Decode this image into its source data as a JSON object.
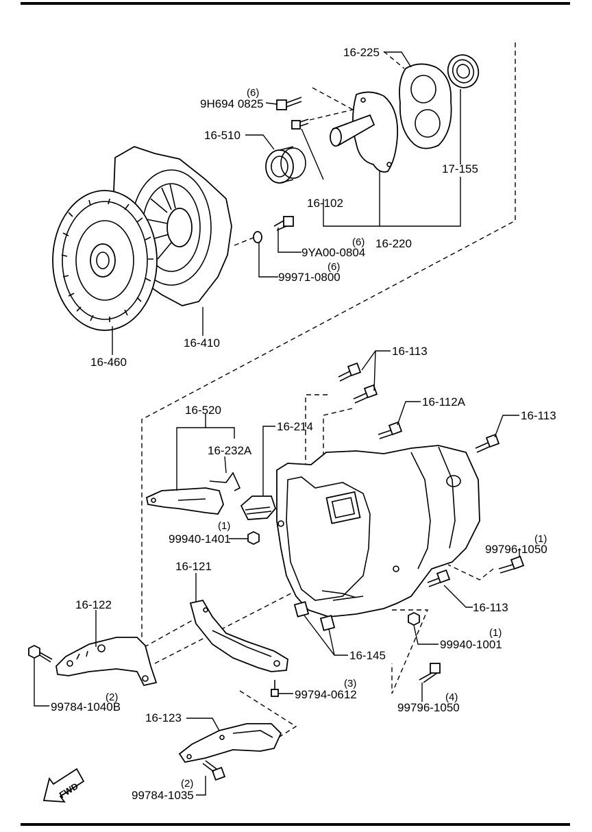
{
  "parts": {
    "p16_225": "16-225",
    "p9h694": "9H694 0825",
    "q9h694": "(6)",
    "p16_510": "16-510",
    "p17_155": "17-155",
    "p16_102": "16-102",
    "p16_220": "16-220",
    "p9ya00": "9YA00-0804",
    "q9ya00": "(6)",
    "p99971": "99971-0800",
    "q99971": "(6)",
    "p16_410": "16-410",
    "p16_460": "16-460",
    "p16_113a": "16-113",
    "p16_112a": "16-112A",
    "p16_113b": "16-113",
    "p16_520": "16-520",
    "p16_214": "16-214",
    "p16_232a": "16-232A",
    "p99940_1401": "99940-1401",
    "q99940_1401": "(1)",
    "p99796_1050a": "99796-1050",
    "q99796_1050a": "(1)",
    "p16_121": "16-121",
    "p16_122": "16-122",
    "p16_113c": "16-113",
    "p99940_1001": "99940-1001",
    "q99940_1001": "(1)",
    "p16_145": "16-145",
    "p99794": "99794-0612",
    "q99794": "(3)",
    "p99784_1040b": "99784-1040B",
    "q99784_1040b": "(2)",
    "p99796_1050b": "99796-1050",
    "q99796_1050b": "(4)",
    "p16_123": "16-123",
    "p99784_1035": "99784-1035",
    "q99784_1035": "(2)"
  },
  "fwd_label": "FWD",
  "colors": {
    "line": "#000000",
    "background": "#ffffff"
  }
}
